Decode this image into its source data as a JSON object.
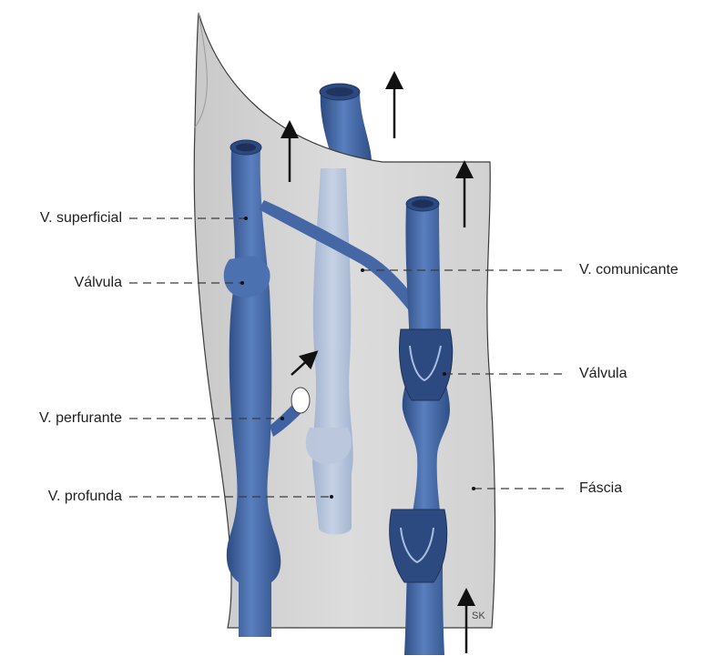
{
  "labels": {
    "v_superficial": "V. superficial",
    "valvula_left": "Válvula",
    "v_perfurante": "V. perfurante",
    "v_profunda": "V. profunda",
    "v_comunicante": "V. comunicante",
    "valvula_right": "Válvula",
    "fascia": "Fáscia"
  },
  "signature": "SK",
  "colors": {
    "vein_dark": "#2f4f86",
    "vein_mid": "#4a6fae",
    "vein_light": "#7f9ccf",
    "deep_vein": "#a9b9d6",
    "fascia_fill": "#d8d8d8",
    "fascia_edge": "#3c3c3c",
    "arrow": "#111111",
    "leader": "#3a3a3a"
  }
}
